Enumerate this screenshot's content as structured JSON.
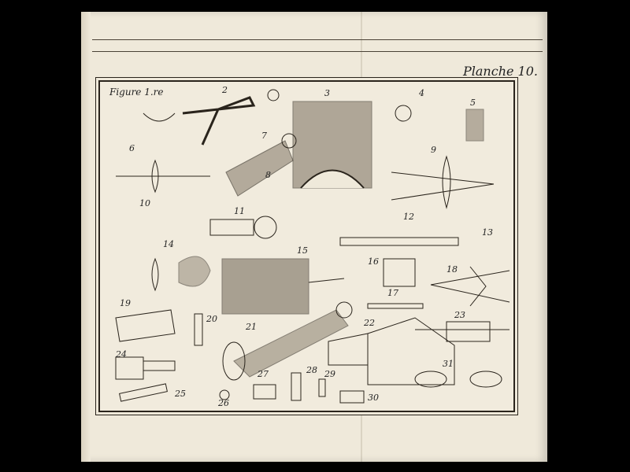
{
  "header": {
    "planche_label": "Planche 10."
  },
  "plate": {
    "figure_label": "Figure 1.re",
    "figure_numbers": [
      "2",
      "3",
      "4",
      "5",
      "6",
      "7",
      "8",
      "9",
      "10",
      "11",
      "12",
      "13",
      "14",
      "15",
      "16",
      "17",
      "18",
      "19",
      "20",
      "21",
      "22",
      "23",
      "24",
      "25",
      "26",
      "27",
      "28",
      "29",
      "30",
      "31"
    ]
  },
  "colors": {
    "paper": "#efe9da",
    "ink": "#2a241c",
    "background": "#000000"
  }
}
